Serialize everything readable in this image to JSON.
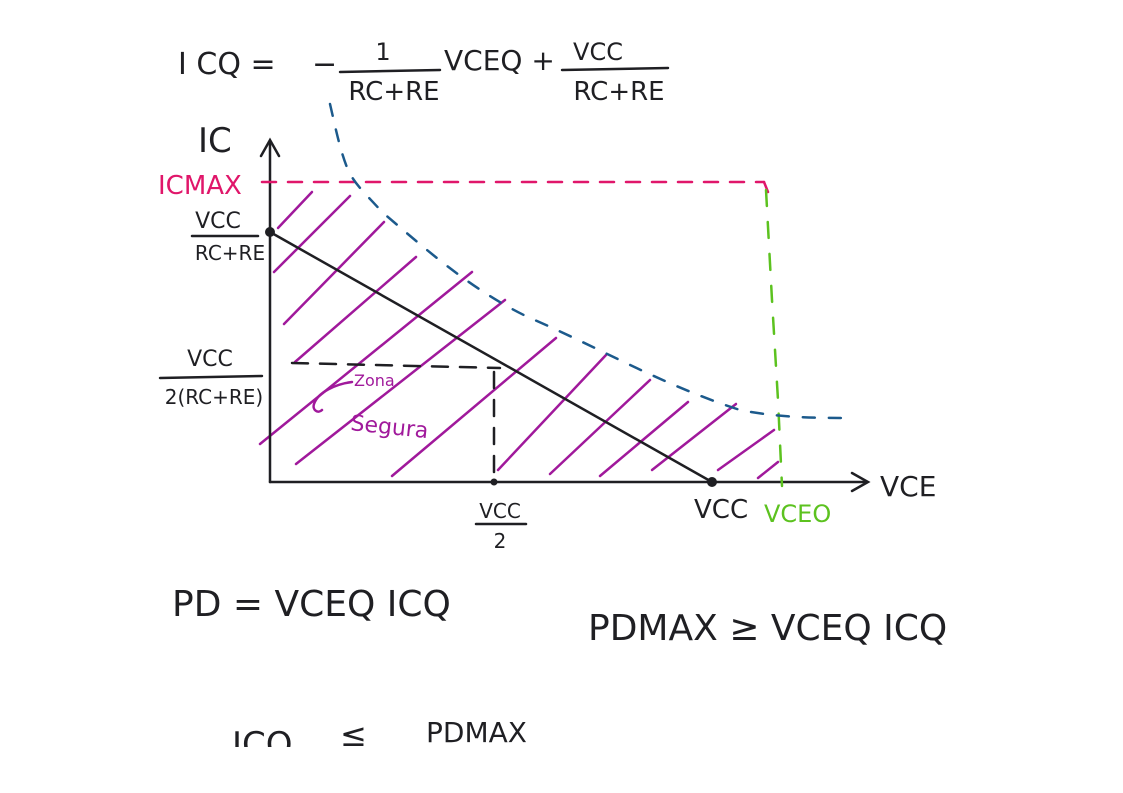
{
  "equations": {
    "loadline": {
      "lhs": "I CQ =",
      "minus": "−",
      "frac1_num": "1",
      "frac1_den": "RC+RE",
      "term": "VCEQ +",
      "frac2_num": "VCC",
      "frac2_den": "RC+RE"
    },
    "power": "PD = VCEQ ICQ",
    "power_max": "PDMAX ≥ VCEQ ICQ",
    "partial": {
      "lhs": "ICQ",
      "op": "≤",
      "rhs": "PDMAX"
    }
  },
  "graph": {
    "y_axis_label": "IC",
    "x_axis_label": "VCE",
    "icmax_label": "ICMAX",
    "y_intercept_num": "VCC",
    "y_intercept_den": "RC+RE",
    "y_half_num": "VCC",
    "y_half_den": "2(RC+RE)",
    "x_half_num": "VCC",
    "x_half_den": "2",
    "x_intercept_label": "VCC",
    "vceo_label": "VCEO",
    "safe_zone_line1": "Zona",
    "safe_zone_line2": "Segura"
  },
  "colors": {
    "ink": "#1f1f23",
    "icmax": "#e0166a",
    "hatch": "#a0199b",
    "power_curve": "#1c5a8c",
    "vceo": "#5cc21f"
  }
}
